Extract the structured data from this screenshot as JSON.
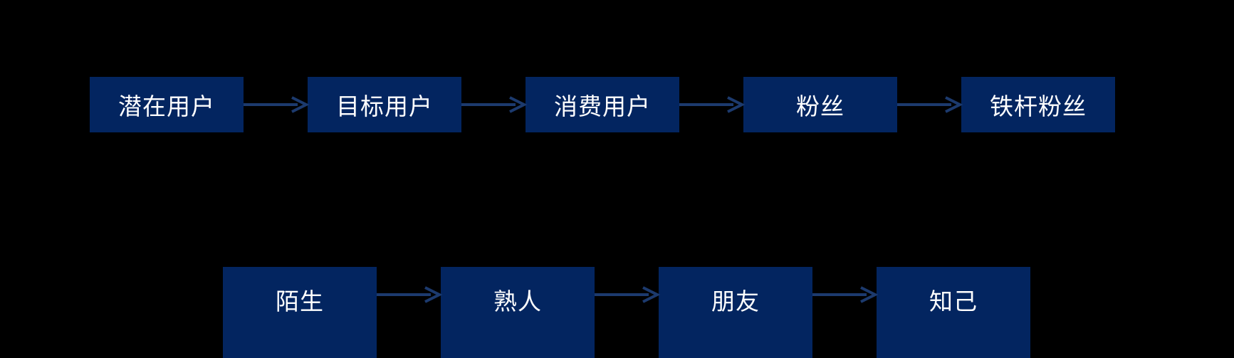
{
  "diagram": {
    "background_color": "#000000",
    "node_color": "#032560",
    "node_text_color": "#ffffff",
    "arrow_color": "#1c3a6e",
    "rows": [
      {
        "id": "user-journey",
        "nodes": [
          {
            "label": "潜在用户"
          },
          {
            "label": "目标用户"
          },
          {
            "label": "消费用户"
          },
          {
            "label": "粉丝"
          },
          {
            "label": "铁杆粉丝"
          }
        ],
        "arrows": [
          {
            "name": "arrow-1"
          },
          {
            "name": "arrow-2"
          },
          {
            "name": "arrow-3"
          },
          {
            "name": "arrow-4"
          }
        ]
      },
      {
        "id": "relationship-journey",
        "nodes": [
          {
            "label": "陌生"
          },
          {
            "label": "熟人"
          },
          {
            "label": "朋友"
          },
          {
            "label": "知己"
          }
        ],
        "arrows": [
          {
            "name": "arrow-5"
          },
          {
            "name": "arrow-6"
          },
          {
            "name": "arrow-7"
          }
        ]
      }
    ]
  }
}
